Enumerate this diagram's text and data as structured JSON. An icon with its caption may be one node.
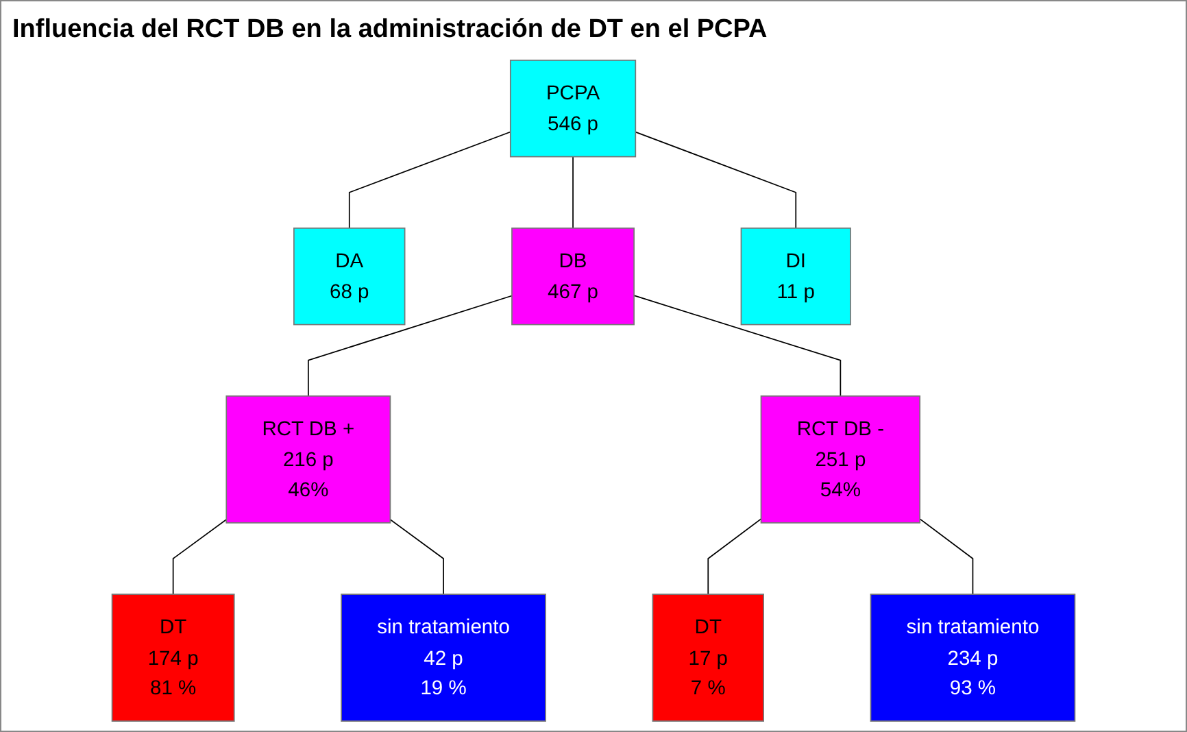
{
  "diagram": {
    "title": "Influencia del RCT DB en la administración de DT en el PCPA",
    "nodes": [
      {
        "text": [
          "PCPA",
          "546 p"
        ]
      },
      {
        "text": [
          "DA",
          "68 p"
        ]
      },
      {
        "text": [
          "DB",
          "467 p"
        ]
      },
      {
        "text": [
          "DI",
          "11 p"
        ]
      },
      {
        "text": [
          "RCT DB +",
          "216 p",
          "46%"
        ]
      },
      {
        "text": [
          "RCT DB -",
          "251 p",
          "54%"
        ]
      },
      {
        "text": [
          "DT",
          "174 p",
          "81 %"
        ]
      },
      {
        "text": [
          "sin tratamiento",
          "42 p",
          "19 %"
        ]
      },
      {
        "text": [
          "DT",
          "17 p",
          "7 %"
        ]
      },
      {
        "text": [
          "sin tratamiento",
          "234 p",
          "93 %"
        ]
      }
    ],
    "edges": [
      {
        "from": 0,
        "to": 1,
        "arrow": "none"
      },
      {
        "from": 0,
        "to": 2,
        "arrow": "none"
      },
      {
        "from": 0,
        "to": 3,
        "arrow": "none"
      },
      {
        "from": 2,
        "to": 4,
        "arrow": "none"
      },
      {
        "from": 2,
        "to": 5,
        "arrow": "none"
      },
      {
        "from": 4,
        "to": 6,
        "arrow": "none"
      },
      {
        "from": 4,
        "to": 7,
        "arrow": "none"
      },
      {
        "from": 5,
        "to": 8,
        "arrow": "none"
      },
      {
        "from": 5,
        "to": 9,
        "arrow": "none"
      }
    ]
  }
}
